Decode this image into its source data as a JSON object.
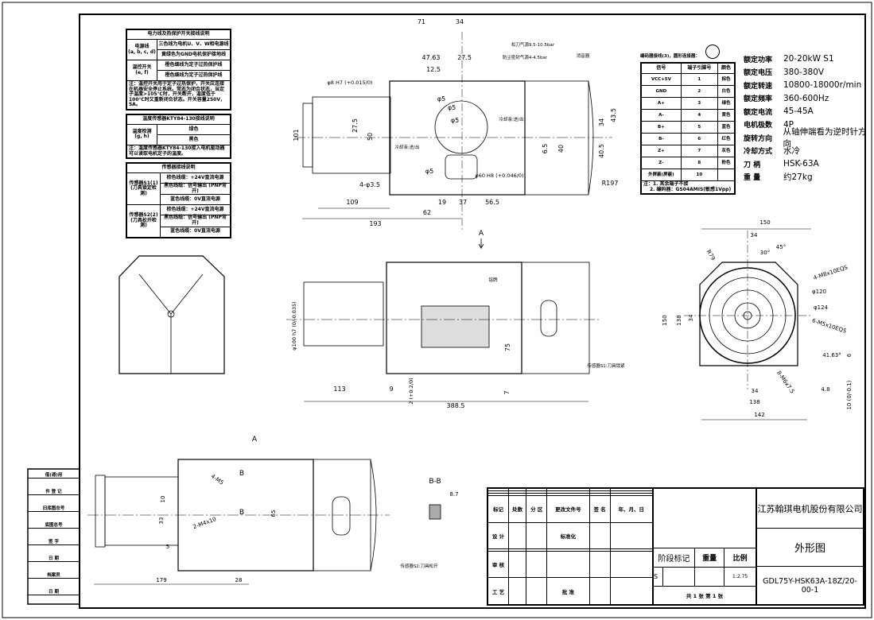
{
  "wiring_table": {
    "title1": "电力线及热保护开关接线说明",
    "power_label": "电源线",
    "power_pins": "(a, b, c, d)",
    "power_r1": "三色线为电机U、V、W相电源线",
    "power_r2": "黄绿色为GND电机保护接地线",
    "thermal_label": "温控开关",
    "thermal_pins": "(e, f)",
    "thermal_r1": "橙色细线为定子过热保护线",
    "thermal_r2": "橙色细线为定子过热保护线",
    "note1": "注：温控开关用于定子过热保护，开关应连接在机器安全停止系统。常态为闭合状态，当定子温度>105℃时，开关断开，温度低于100℃时又重新闭合状态。开关容量250V，5A。",
    "title2": "温度传感器KTY84-130接线说明",
    "temp_label": "温度检测",
    "temp_pins": "(g, h)",
    "temp_r1": "绿色",
    "temp_r2": "黑色",
    "note2": "注：温度传感器KTY84-130接入电机驱动器可以读取电机定子的温度。",
    "title3": "传感器接线说明",
    "s1_label": "传感器S1(1)",
    "s1_sub": "(刀具锁定检测)",
    "s1_r1": "棕色线缆：+24V直流电源",
    "s1_r2": "黑色线缆：信号输出 (PNP常开)",
    "s1_r3": "蓝色线缆：0V直流电源",
    "s2_label": "传感器S2(2)",
    "s2_sub": "(刀具松开检测)",
    "s2_r1": "棕色线缆：+24V直流电源",
    "s2_r2": "黑色线缆：信号输出 (PNP常开)",
    "s2_r3": "蓝色线缆：0V直流电源"
  },
  "encoder": {
    "title": "编码器接线(3)，圆形连接器：",
    "headers": [
      "信号",
      "端子引脚号",
      "颜色"
    ],
    "rows": [
      [
        "VCC+5V",
        "1",
        "棕色"
      ],
      [
        "GND",
        "2",
        "白色"
      ],
      [
        "A+",
        "3",
        "绿色"
      ],
      [
        "A-",
        "4",
        "黄色"
      ],
      [
        "B+",
        "5",
        "蓝色"
      ],
      [
        "B-",
        "6",
        "红色"
      ],
      [
        "Z+",
        "7",
        "灰色"
      ],
      [
        "Z-",
        "8",
        "粉色"
      ],
      [
        "外屏蔽(屏蔽)",
        "10",
        ""
      ]
    ],
    "note1": "注：1. 其余端子不接",
    "note2": "2. 编码器：GS04AMIS(敏感1Vpp)"
  },
  "specs": [
    [
      "额定功率",
      "20-20kW   S1"
    ],
    [
      "额定电压",
      "380-380V"
    ],
    [
      "额定转速",
      "10800-18000r/min"
    ],
    [
      "额定频率",
      "360-600Hz"
    ],
    [
      "额定电流",
      "45-45A"
    ],
    [
      "电机极数",
      "4P"
    ],
    [
      "旋转方向",
      "从轴伸端看为逆时针方向"
    ],
    [
      "冷却方式",
      "水冷"
    ],
    [
      "刀    柄",
      "HSK-63A"
    ],
    [
      "重    量",
      "约27kg"
    ]
  ],
  "top_view": {
    "dims": [
      "71",
      "34",
      "47.63",
      "27.5",
      "12.5",
      "φ8 H7 (+0.015/0)",
      "φ5",
      "φ5",
      "φ5",
      "φ5",
      "101",
      "27.5",
      "50",
      "4-φ3.5",
      "109",
      "62",
      "193",
      "19",
      "37",
      "56.5",
      "6.5",
      "40",
      "34",
      "43.5",
      "40.5",
      "R197",
      "φ60 H8 (+0.046/0)"
    ],
    "notes": [
      "松刀气源9.5-10.5bar",
      "防尘密封气源4-4.5bar",
      "消音器",
      "冷却液:进/出",
      "冷却液:进/出"
    ]
  },
  "side_view": {
    "view_label": "A",
    "dims": [
      "φ100 h7 (0/-0.035)",
      "113",
      "9",
      "2 (+0.2/0)",
      "7",
      "75",
      "388.5"
    ],
    "notes": [
      "铭牌",
      "传感器S1:刀具锁紧"
    ]
  },
  "end_view": {
    "dims": [
      "150",
      "34",
      "45°",
      "30°",
      "R79",
      "4-M8x10EQS",
      "φ120",
      "φ124",
      "6-M5x10EQS",
      "150",
      "138",
      "34",
      "41.63°",
      "6",
      "4.8",
      "10 (0/-0.1)",
      "8-M6x7.5",
      "34",
      "138",
      "142"
    ]
  },
  "view_a": {
    "title": "A",
    "dims": [
      "B",
      "B",
      "4-M5",
      "10",
      "33",
      "2-M4x10",
      "65",
      "5",
      "179",
      "28"
    ],
    "notes": [
      "传感器S2:刀具松开"
    ],
    "section_title": "B-B",
    "section_dim": "8.7"
  },
  "side_strip": [
    "借(通)用",
    "件 登 记",
    "旧底图总号",
    "底图总号",
    "签    字",
    "日    期",
    "档案员",
    "日    期"
  ],
  "title_block": {
    "headers": [
      "标记",
      "处数",
      "分 区",
      "更改文件号",
      "签 名",
      "年、月、日"
    ],
    "design": "设 计",
    "standard": "标准化",
    "review": "审 核",
    "process": "工 艺",
    "approve": "批 准",
    "stage": "阶段标记",
    "weight": "重量",
    "scale": "比例",
    "stage_value": "S",
    "scale_value": "1:2.75",
    "sheets": "共  1  张   第  1  张",
    "company": "江苏翰琪电机股份有限公司",
    "drawing_name": "外形图",
    "drawing_no": "GDL75Y-HSK63A-18Z/20-00-1"
  }
}
